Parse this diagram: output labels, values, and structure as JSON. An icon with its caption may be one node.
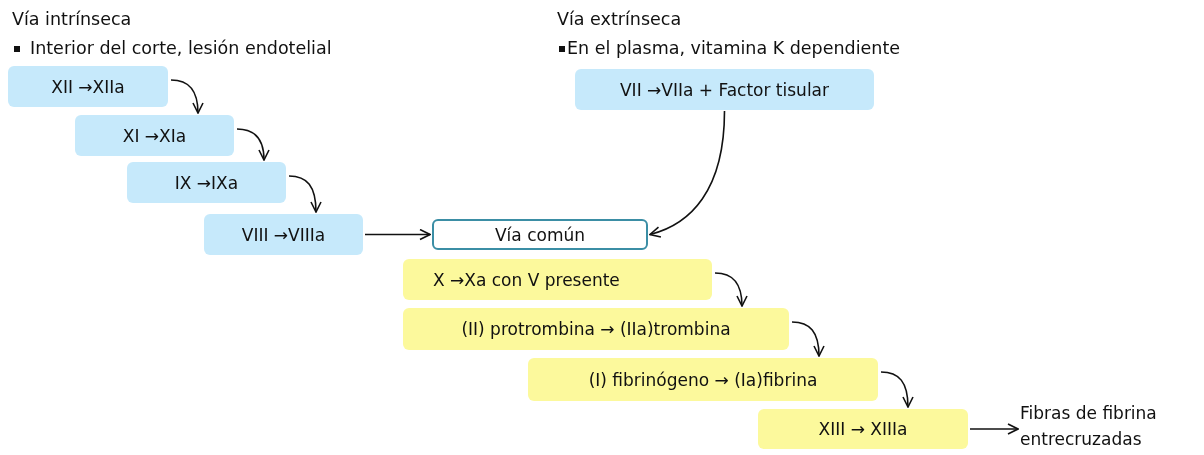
{
  "diagram": {
    "nodes": [
      {
        "text": [
          "XII →XIIa"
        ]
      },
      {
        "text": [
          "XI →XIa"
        ]
      },
      {
        "text": [
          "IX →IXa"
        ]
      },
      {
        "text": [
          "VIII →VIIIa"
        ]
      },
      {
        "text": [
          "VII →VIIa + Factor tisular"
        ]
      },
      {
        "text": [
          "Vía común"
        ]
      },
      {
        "text": [
          "X →Xa con V presente"
        ]
      },
      {
        "text": [
          "(II) protrombina → (IIa)trombina"
        ]
      },
      {
        "text": [
          "(I) fibrinógeno → (Ia)fibrina"
        ]
      },
      {
        "text": [
          "XIII → XIIIa"
        ]
      },
      {
        "text": [
          "Fibras de fibrina entrecruzadas"
        ]
      }
    ],
    "edges": [
      {
        "from": 0,
        "to": 1,
        "arrow": "to"
      },
      {
        "from": 1,
        "to": 2,
        "arrow": "to"
      },
      {
        "from": 2,
        "to": 3,
        "arrow": "to"
      },
      {
        "from": 3,
        "to": 5,
        "arrow": "to"
      },
      {
        "from": 4,
        "to": 5,
        "arrow": "to"
      },
      {
        "from": 6,
        "to": 7,
        "arrow": "to"
      },
      {
        "from": 7,
        "to": 8,
        "arrow": "to"
      },
      {
        "from": 8,
        "to": 9,
        "arrow": "to"
      },
      {
        "from": 9,
        "to": 10,
        "arrow": "to"
      }
    ],
    "labels": [
      "Vía intrínseca",
      "Interior del corte, lesión endotelial",
      "Vía extrínseca",
      "En el plasma, vitamina K dependiente"
    ]
  }
}
